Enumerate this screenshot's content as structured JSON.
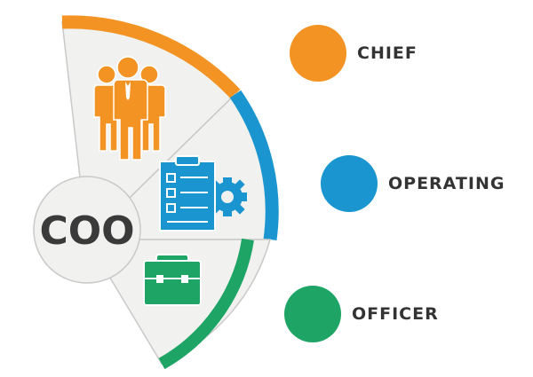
{
  "center_label": "COO",
  "colors": {
    "orange": "#f39323",
    "blue": "#1b95cf",
    "green": "#1ea465",
    "sector_fill": "#f1f1ef",
    "outline": "#c9c9c9",
    "text": "#3a3a3a"
  },
  "legend": [
    {
      "label": "CHIEF",
      "color": "#f39323"
    },
    {
      "label": "OPERATING",
      "color": "#1b95cf"
    },
    {
      "label": "OFFICER",
      "color": "#1ea465"
    }
  ],
  "segments": [
    {
      "icon": "team-people-icon",
      "color": "#f39323"
    },
    {
      "icon": "checklist-gear-icon",
      "color": "#1b95cf"
    },
    {
      "icon": "briefcase-icon",
      "color": "#1ea465"
    }
  ]
}
